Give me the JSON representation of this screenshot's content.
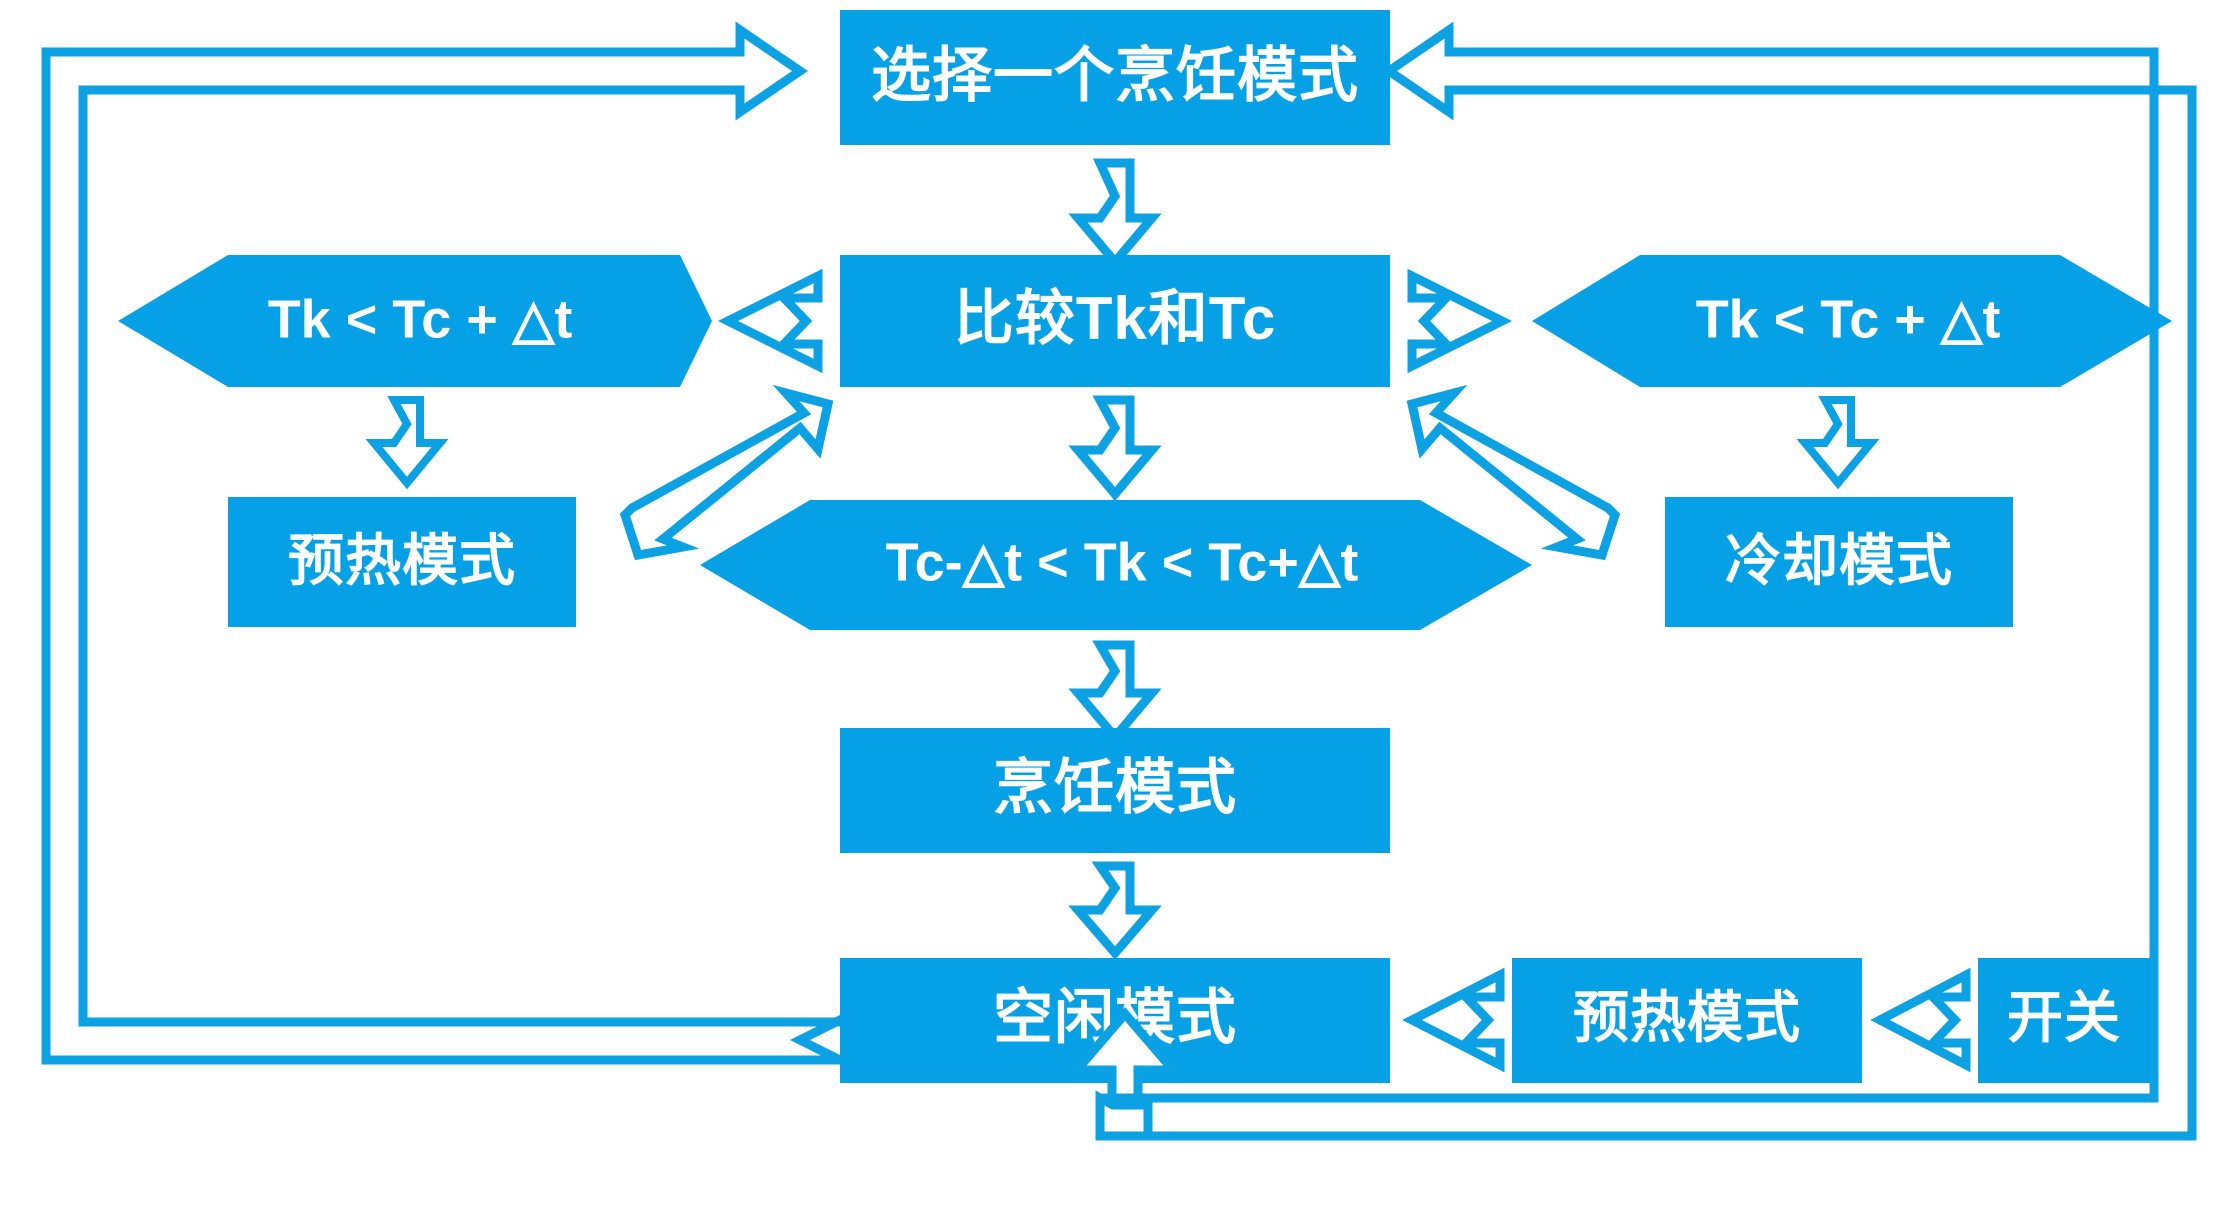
{
  "diagram": {
    "title_text_present": false,
    "background_color": "#FFFFFF",
    "accent_color": "#05A0E5",
    "outline_color": "#0BA1E2",
    "label_color": "#FFFFFF",
    "nodes": [
      {
        "id": "select_mode",
        "label": "选择一个烹饪模式",
        "shape": "rect"
      },
      {
        "id": "compare",
        "label": "比较Tk和Tc",
        "shape": "rect"
      },
      {
        "id": "cond_left",
        "label": "Tk < Tc + △t",
        "shape": "hexagon"
      },
      {
        "id": "cond_right",
        "label": "Tk < Tc + △t",
        "shape": "hexagon"
      },
      {
        "id": "cond_mid",
        "label": "Tc-△t < Tk < Tc+△t",
        "shape": "hexagon"
      },
      {
        "id": "preheat_left",
        "label": "预热模式",
        "shape": "rect"
      },
      {
        "id": "cooling_right",
        "label": "冷却模式",
        "shape": "rect"
      },
      {
        "id": "cooking",
        "label": "烹饪模式",
        "shape": "rect"
      },
      {
        "id": "idle",
        "label": "空闲模式",
        "shape": "rect"
      },
      {
        "id": "preheat_bot",
        "label": "预热模式",
        "shape": "rect"
      },
      {
        "id": "switch",
        "label": "开关",
        "shape": "rect"
      }
    ],
    "edges": [
      {
        "from": "select_mode",
        "to": "compare",
        "style": "notched-arrow-down"
      },
      {
        "from": "compare",
        "to": "cond_left",
        "style": "notched-arrow-left"
      },
      {
        "from": "compare",
        "to": "cond_right",
        "style": "notched-arrow-right"
      },
      {
        "from": "compare",
        "to": "cond_mid",
        "style": "notched-arrow-down"
      },
      {
        "from": "cond_left",
        "to": "preheat_left",
        "style": "notched-arrow-down"
      },
      {
        "from": "cond_right",
        "to": "cooling_right",
        "style": "notched-arrow-down"
      },
      {
        "from": "preheat_left",
        "to": "compare",
        "style": "diagonal-arrow-up-right"
      },
      {
        "from": "cooling_right",
        "to": "compare",
        "style": "diagonal-arrow-up-left"
      },
      {
        "from": "cond_mid",
        "to": "cooking",
        "style": "notched-arrow-down"
      },
      {
        "from": "cooking",
        "to": "idle",
        "style": "notched-arrow-down"
      },
      {
        "from": "preheat_bot",
        "to": "idle",
        "style": "notched-arrow-left"
      },
      {
        "from": "switch",
        "to": "preheat_bot",
        "style": "notched-arrow-left"
      },
      {
        "from": "idle",
        "to": "select_mode",
        "style": "loop-left-outer"
      },
      {
        "from": "idle",
        "to": "select_mode",
        "style": "loop-left-inner"
      },
      {
        "from": "switch",
        "to": "select_mode",
        "style": "loop-right-outer"
      },
      {
        "from": "switch",
        "to": "idle",
        "style": "loop-bottom"
      }
    ]
  }
}
